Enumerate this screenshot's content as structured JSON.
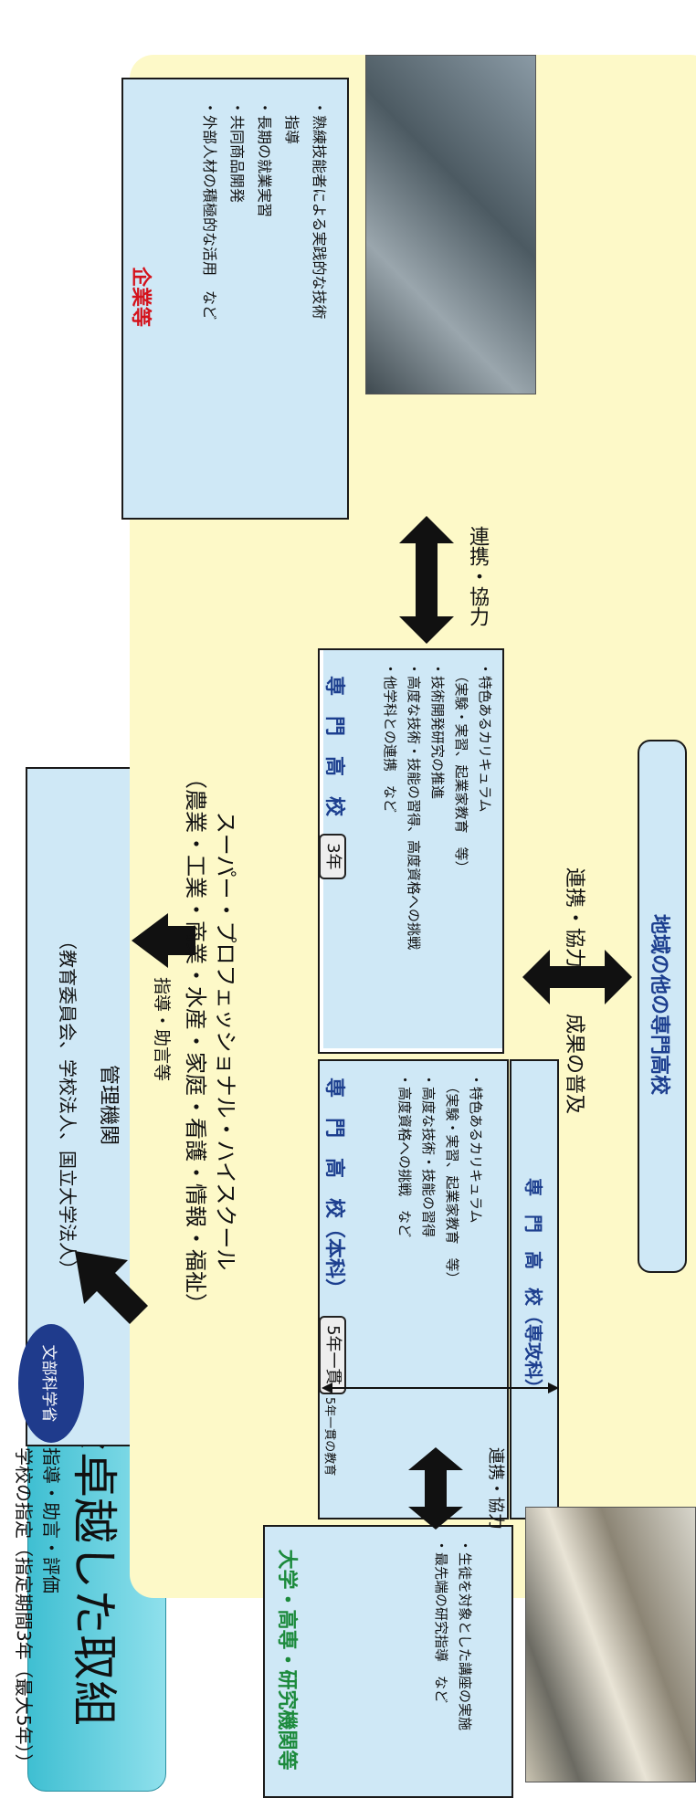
{
  "title": "先進的な卓越した取組",
  "management": {
    "title": "管理機関",
    "subtitle": "（教育委員会、学校法人、国立大学法人）"
  },
  "guidance_label": "指導・助言等",
  "mext": {
    "name": "文部科学省",
    "line1": "学校の指定（指定期間3年（最大5年））",
    "line2": "指導・助言・評価"
  },
  "sph": {
    "line1": "スーパー・プロフェッショナル・ハイスクール",
    "line2": "（農業・工業・商業・水産・家庭・看護・情報・福祉）"
  },
  "company": {
    "title": "企業等",
    "items": [
      "・熟練技能者による実践的な技術",
      "　指導",
      "・長期の就業実習",
      "・共同商品開発",
      "・外部人材の積極的な活用　など"
    ]
  },
  "cooperation_vertical": "連携・協力",
  "school3": {
    "title": "専　門　高　校",
    "badge": "3年",
    "items": [
      "・特色あるカリキュラム",
      "　（実験・実習、起業家教育　等）",
      "・技術開発研究の推進",
      "・高度な技術・技能の習得、高度資格への挑戦",
      "・他学科との連携　など"
    ]
  },
  "school5": {
    "title": "専　門　高　校（本科）",
    "badge": "5年一貫",
    "items": [
      "・特色あるカリキュラム",
      "　（実験・実習、起業家教育　等）",
      "・高度な技術・技能の習得",
      "・高度資格への挑戦　など"
    ]
  },
  "advanced": {
    "title": "専　門　高　校（専攻科）"
  },
  "five_year_label": "5年一貫の教育",
  "university": {
    "title": "大学・高専・研究機関等",
    "items": [
      "・生徒を対象とした講座の実施",
      "・最先端の研究指導　など"
    ]
  },
  "spread": {
    "left": "連携・協力",
    "right": "成果の普及"
  },
  "regional": "地域の他の専門高校",
  "colors": {
    "yellow_bg": "#fdf9c8",
    "box_blue": "#cfe8f6",
    "navy": "#1d3f8f",
    "green": "#1c8a3c",
    "red": "#d4121b",
    "mext_blue": "#1f3b8c"
  },
  "icons": [
    "arrow-right-icon",
    "arrow-down-icon",
    "double-arrow-icon"
  ]
}
